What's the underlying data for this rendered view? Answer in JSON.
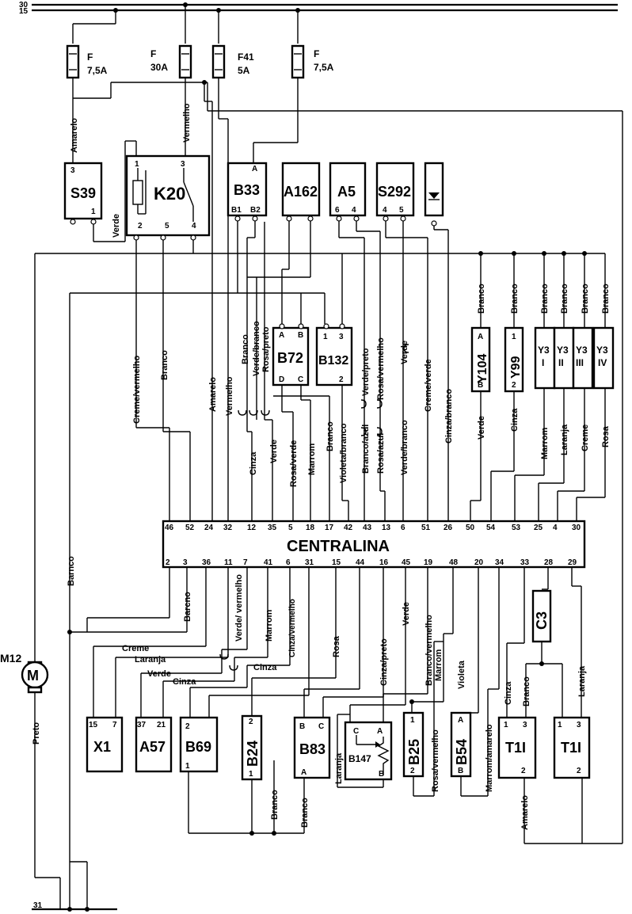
{
  "rails": {
    "r30": "30",
    "r15": "15",
    "r31": "31"
  },
  "fuses": [
    {
      "id": "fuse-1",
      "name": "F",
      "rating": "7,5A"
    },
    {
      "id": "fuse-2",
      "name": "F",
      "rating": "30A"
    },
    {
      "id": "fuse-3",
      "name": "F41",
      "rating": "5A"
    },
    {
      "id": "fuse-4",
      "name": "F",
      "rating": "7,5A"
    }
  ],
  "components": {
    "s39": {
      "label": "S39",
      "pins": [
        "3",
        "1"
      ]
    },
    "k20": {
      "label": "K20",
      "pins": [
        "1",
        "3",
        "2",
        "5",
        "4"
      ]
    },
    "b33": {
      "label": "B33",
      "pins": [
        "A",
        "B1",
        "B2"
      ]
    },
    "a162": {
      "label": "A162"
    },
    "a5": {
      "label": "A5",
      "pins": [
        "6",
        "4"
      ]
    },
    "s292": {
      "label": "S292",
      "pins": [
        "4",
        "5"
      ]
    },
    "b72": {
      "label": "B72",
      "pins": [
        "A",
        "B",
        "D",
        "C"
      ]
    },
    "b132": {
      "label": "B132",
      "pins": [
        "1",
        "3",
        "2"
      ]
    },
    "y104": {
      "label": "Y104",
      "pins": [
        "A",
        "B"
      ]
    },
    "y99": {
      "label": "Y99",
      "pins": [
        "1",
        "2"
      ]
    },
    "y3": [
      {
        "label": "Y3",
        "roman": "I"
      },
      {
        "label": "Y3",
        "roman": "II"
      },
      {
        "label": "Y3",
        "roman": "III"
      },
      {
        "label": "Y3",
        "roman": "IV"
      }
    ],
    "m12": {
      "label": "M12",
      "symbol": "M"
    },
    "centralina": {
      "label": "CENTRALINA"
    },
    "c3": {
      "label": "C3"
    },
    "x1": {
      "label": "X1",
      "pins": [
        "15",
        "7"
      ]
    },
    "a57": {
      "label": "A57",
      "pins": [
        "37",
        "21"
      ]
    },
    "b69": {
      "label": "B69",
      "pins": [
        "2",
        "1"
      ]
    },
    "b24": {
      "label": "B24",
      "pins": [
        "2",
        "1"
      ]
    },
    "b83": {
      "label": "B83",
      "pins": [
        "B",
        "C",
        "A"
      ]
    },
    "b147": {
      "label": "B147",
      "pins": [
        "C",
        "A",
        "B"
      ]
    },
    "b25": {
      "label": "B25",
      "pins": [
        "1",
        "2"
      ]
    },
    "b54": {
      "label": "B54",
      "pins": [
        "A",
        "B"
      ]
    },
    "t1a": {
      "label": "T1I",
      "pins": [
        "1",
        "3",
        "2"
      ]
    },
    "t1b": {
      "label": "T1I",
      "pins": [
        "1",
        "3",
        "2"
      ]
    }
  },
  "top_pins": [
    "46",
    "52",
    "24",
    "32",
    "12",
    "35",
    "5",
    "18",
    "17",
    "42",
    "43",
    "13",
    "6",
    "51",
    "26",
    "50",
    "54",
    "53",
    "25",
    "4",
    "30"
  ],
  "bottom_pins": [
    "2",
    "3",
    "36",
    "11",
    "7",
    "41",
    "6",
    "31",
    "15",
    "44",
    "16",
    "45",
    "19",
    "48",
    "20",
    "34",
    "33",
    "28",
    "29"
  ],
  "wires_top": {
    "amarelo": "Amarelo",
    "vermelho": "Vermelho",
    "verde": "Verde",
    "creme_vermelho": "Creme/vermelho",
    "branco": "Branco",
    "amarelo2": "Amarelo",
    "vermelho2": "Vermelho",
    "branco2": "Branco",
    "verde_branco": "Verde/branco",
    "rosa_preto": "Rosa/preto",
    "cinza": "Cinza",
    "verde2": "Verde",
    "rosa_verde": "Rosa/verde",
    "marrom": "Marrom",
    "branco3": "Branco",
    "violeta_branco": "Violeta/branco",
    "branco_azul": "Branco/azul",
    "rosa_azul": "Rosa/azul",
    "verde_preto": "Verde/preto",
    "rosa_vermelho": "Rosa/vermelho",
    "verde_branco2": "Verde/branco",
    "verde3": "Verde",
    "creme_verde": "Creme/verde",
    "cinza_branco": "Cinza/branco",
    "branco_y104": "Branco",
    "branco_y99": "Branco",
    "branco_y3a": "Branco",
    "branco_y3b": "Branco",
    "branco_y3c": "Branco",
    "branco_y3d": "Branco",
    "verde_y104": "Verde",
    "cinza_y99": "Cinza",
    "marrom_y3": "Marrom",
    "laranja_y3": "Laranja",
    "creme_y3": "Creme",
    "rosa_y3": "Rosa",
    "barnco": "Barnco",
    "preto": "Preto"
  },
  "wires_bottom": {
    "barcno": "Barcno",
    "verde_vermelho": "Verde/ vermelho",
    "marrom": "Marrom",
    "cinza_vermelho": "Cinza/vermelho",
    "rosa": "Rosa",
    "cinza_preto": "Cinza/preto",
    "verde": "Verde",
    "branco_vermelho": "Branco/vermelho",
    "marrom2": "Marrom",
    "violeta": "Violeta",
    "creme": "Creme",
    "laranja": "Laranja",
    "verde2": "Verde",
    "cinza": "Cinza",
    "cinza2": "Cinza",
    "cinza3": "Cinza",
    "branco": "Branco",
    "laranja2": "Laranja",
    "branco_b24": "Branco",
    "branco_b83": "Branco",
    "laranja_b147": "Laranja",
    "rosa_vermelho": "Rosa/vermelho",
    "marrom_amarelo": "Marrom/amarelo",
    "amarelo": "Amarelo"
  }
}
